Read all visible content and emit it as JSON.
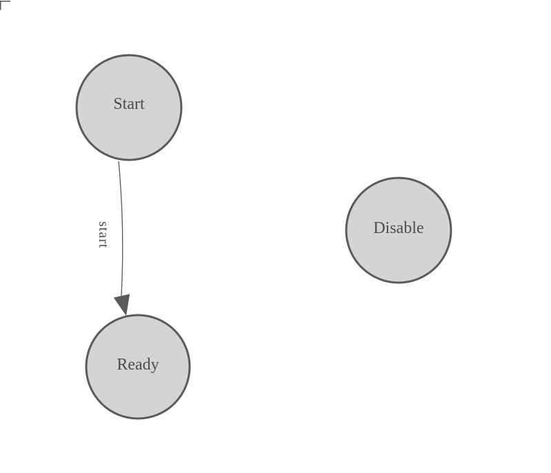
{
  "app": {
    "type": "state-diagram-canvas"
  },
  "colors": {
    "background": "#ffffff",
    "node_fill": "#d4d4d4",
    "node_stroke": "#5a5a5a",
    "node_text": "#4d4d4d",
    "edge_stroke": "#555555",
    "edge_text": "#4d4d4d",
    "arrowhead_fill": "#5a5a5a",
    "corner_mark": "#555555"
  },
  "diagram": {
    "nodes": [
      {
        "id": "start",
        "label": "Start"
      },
      {
        "id": "ready",
        "label": "Ready"
      },
      {
        "id": "disable",
        "label": "Disable"
      }
    ],
    "edges": [
      {
        "from": "Start",
        "to": "Ready",
        "label": "start"
      }
    ]
  }
}
